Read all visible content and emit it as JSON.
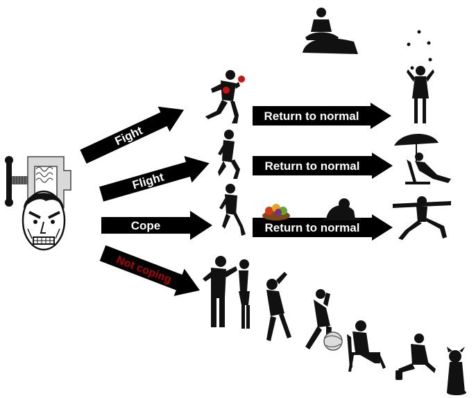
{
  "branches": [
    {
      "id": "fight",
      "label": "Fight"
    },
    {
      "id": "flight",
      "label": "Flight"
    },
    {
      "id": "cope",
      "label": "Cope"
    },
    {
      "id": "not-coping",
      "label": "Not coping"
    }
  ],
  "outcomes": [
    {
      "id": "fight-outcome",
      "label": "Return to normal"
    },
    {
      "id": "flight-outcome",
      "label": "Return to normal"
    },
    {
      "id": "cope-outcome",
      "label": "Return to normal"
    }
  ],
  "colors": {
    "arrow": "#000000",
    "label": "#ffffff",
    "warning_label": "#b00000",
    "glove": "#d01010"
  },
  "icons": [
    "stressed-face-in-vise-icon",
    "meditating-person-icon",
    "boxer-icon",
    "juggler-icon",
    "running-man-icon",
    "beach-chair-relaxing-icon",
    "jogger-icon",
    "fruit-bowl-icon",
    "sitting-head-down-icon",
    "yoga-warrior-pose-icon",
    "arguing-couple-icon",
    "drinking-man-icon",
    "struggling-man-icon",
    "globe-icon",
    "depressed-person-in-chair-icon",
    "slumped-drunk-man-icon",
    "sitting-dog-icon"
  ]
}
